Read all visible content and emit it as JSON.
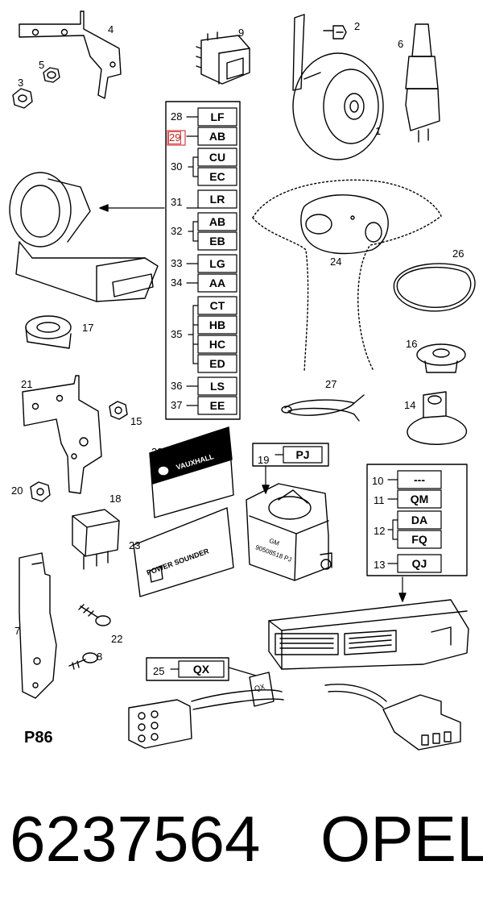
{
  "callouts": {
    "n1": "1",
    "n2": "2",
    "n3": "3",
    "n4": "4",
    "n5": "5",
    "n6": "6",
    "n7": "7",
    "n8": "8",
    "n9": "9",
    "n10": "10",
    "n11": "11",
    "n12": "12",
    "n13": "13",
    "n14": "14",
    "n15": "15",
    "n16": "16",
    "n17": "17",
    "n18": "18",
    "n19": "19",
    "n20": "20",
    "n21": "21",
    "n22": "22",
    "n23": "23",
    "n24": "24",
    "n25": "25",
    "n26": "26",
    "n27": "27",
    "n28": "28",
    "n29": "29",
    "n30": "30",
    "n31": "31",
    "n32": "32",
    "n33": "33",
    "n34": "34",
    "n35": "35",
    "n36": "36",
    "n37": "37",
    "n38": "38"
  },
  "codes": {
    "c28": "LF",
    "c29": "AB",
    "c30a": "CU",
    "c30b": "EC",
    "c31": "LR",
    "c32a": "AB",
    "c32b": "EB",
    "c33": "LG",
    "c34": "AA",
    "c35a": "CT",
    "c35b": "HB",
    "c35c": "HC",
    "c35d": "ED",
    "c36": "LS",
    "c37": "EE",
    "c19": "PJ",
    "c10": "---",
    "c11": "QM",
    "c12a": "DA",
    "c12b": "FQ",
    "c13": "QJ",
    "c25": "QX"
  },
  "labels": {
    "vauxhall": "VAUXHALL",
    "power_sounder": "POWER SOUNDER",
    "gm": "GM",
    "sounder_part": "90508518 PJ",
    "connector_tag": "QX"
  },
  "page_ref": "P86",
  "part_number": "6237564",
  "brand": "OPEL",
  "highlight_color": "#d04040"
}
